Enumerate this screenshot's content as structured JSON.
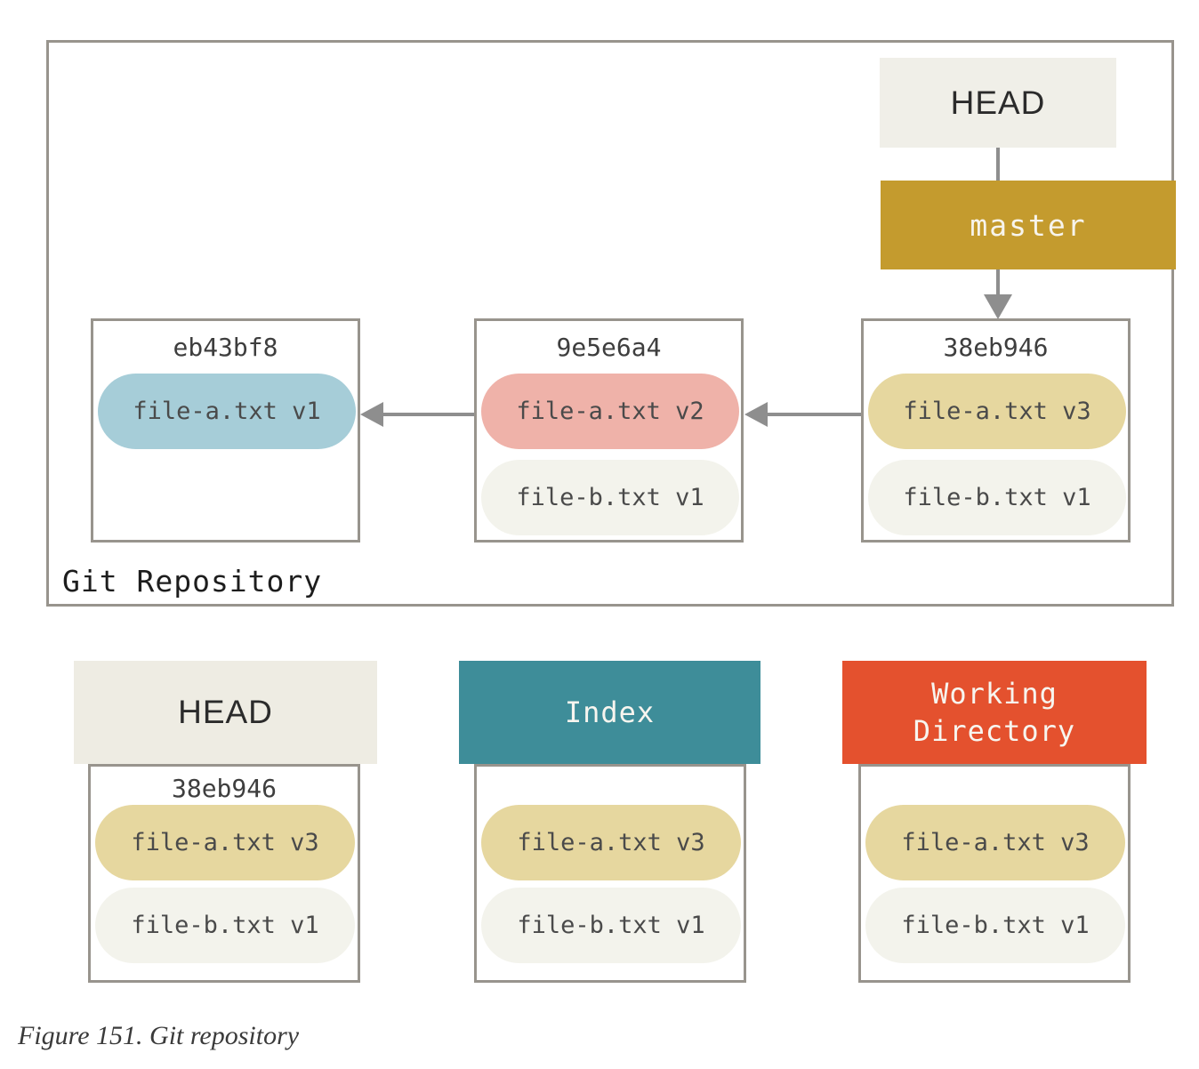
{
  "colors": {
    "frame_border": "#98948d",
    "arrow": "#8e8e8e",
    "head_bg": "#f0efe8",
    "head_bottom_bg": "#eeece3",
    "master_bg": "#c49b2e",
    "index_bg": "#3e8d99",
    "workdir_bg": "#e4512e",
    "pill_blue": "#a6cdd8",
    "pill_pink": "#efb2a9",
    "pill_gold": "#e6d79f",
    "pill_light": "#f3f3ec"
  },
  "repo": {
    "label": "Git Repository",
    "head_label": "HEAD",
    "branch_label": "master",
    "commits": [
      {
        "hash": "eb43bf8",
        "files": [
          {
            "label": "file-a.txt v1"
          }
        ]
      },
      {
        "hash": "9e5e6a4",
        "files": [
          {
            "label": "file-a.txt v2"
          },
          {
            "label": "file-b.txt v1"
          }
        ]
      },
      {
        "hash": "38eb946",
        "files": [
          {
            "label": "file-a.txt v3"
          },
          {
            "label": "file-b.txt v1"
          }
        ]
      }
    ]
  },
  "snapshot": {
    "head": {
      "title": "HEAD",
      "hash": "38eb946",
      "files": [
        {
          "label": "file-a.txt v3"
        },
        {
          "label": "file-b.txt v1"
        }
      ]
    },
    "index": {
      "title": "Index",
      "files": [
        {
          "label": "file-a.txt v3"
        },
        {
          "label": "file-b.txt v1"
        }
      ]
    },
    "workdir": {
      "title": "Working Directory",
      "files": [
        {
          "label": "file-a.txt v3"
        },
        {
          "label": "file-b.txt v1"
        }
      ]
    }
  },
  "caption": "Figure 151. Git repository"
}
